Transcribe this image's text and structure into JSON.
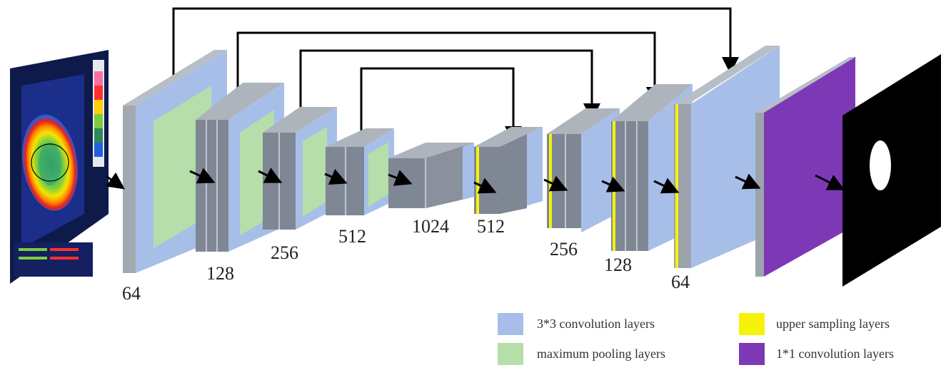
{
  "colors": {
    "conv3x3": "#a7bfe8",
    "maxpool": "#b6deaa",
    "upsample": "#f6f20a",
    "conv1x1": "#7d39b5",
    "block_gray": "#7f8794",
    "block_side": "#aab0b8",
    "output_mask": "#000000"
  },
  "labels": {
    "enc1": "64",
    "enc2": "128",
    "enc3": "256",
    "enc4": "512",
    "bottleneck": "1024",
    "dec4": "512",
    "dec3": "256",
    "dec2": "128",
    "dec1": "64"
  },
  "legend": {
    "conv3x3": "3*3 convolution layers",
    "maxpool": "maximum pooling layers",
    "upsample": "upper sampling layers",
    "conv1x1": "1*1 convolution layers"
  },
  "input_image": {
    "type": "corneal-topography-map"
  }
}
